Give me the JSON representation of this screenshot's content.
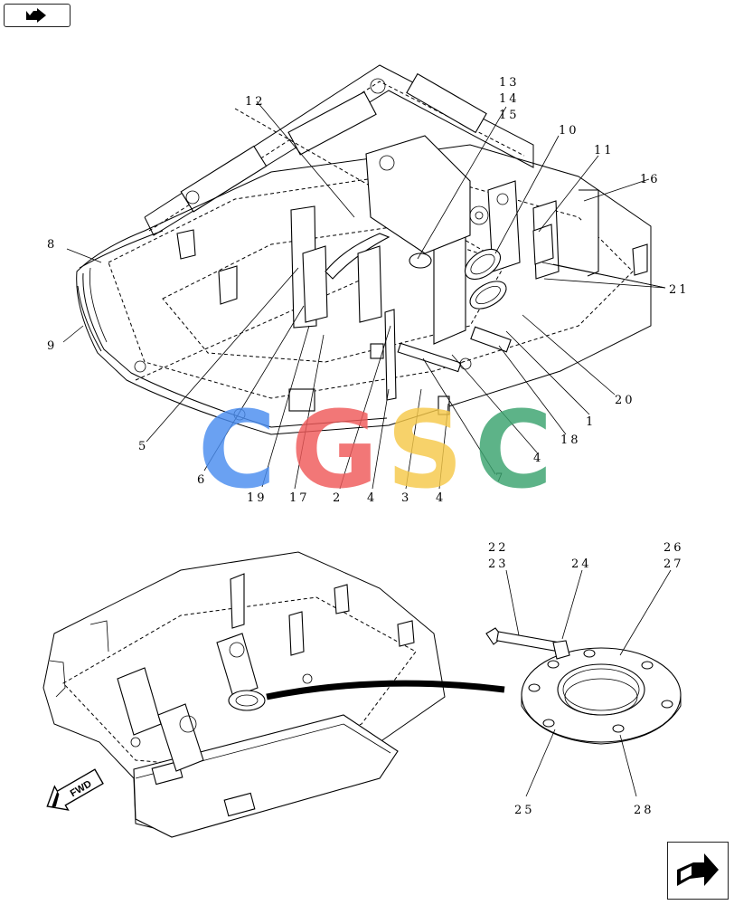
{
  "callouts": {
    "n1": "1",
    "n2": "2",
    "n3": "3",
    "n4a": "4",
    "n4b": "4",
    "n4c": "4",
    "n5": "5",
    "n6": "6",
    "n7": "7",
    "n8": "8",
    "n9": "9",
    "n10": "10",
    "n11": "11",
    "n12": "12",
    "n13": "13",
    "n14": "14",
    "n15": "15",
    "n16": "16",
    "n17": "17",
    "n18": "18",
    "n19": "19",
    "n20": "20",
    "n21": "21",
    "n22": "22",
    "n23": "23",
    "n24": "24",
    "n25": "25",
    "n26": "26",
    "n27": "27",
    "n28": "28"
  },
  "fwd_label": "FWD",
  "watermark": {
    "letters": [
      "C",
      "G",
      "S",
      "C"
    ],
    "colors": [
      "#4a8df0",
      "#f05a5a",
      "#f6c94a",
      "#3aa36e"
    ]
  },
  "nav": {
    "prev_icon": "arrow-back-icon",
    "next_icon": "arrow-forward-icon"
  }
}
